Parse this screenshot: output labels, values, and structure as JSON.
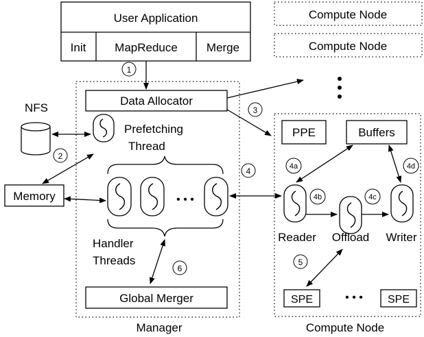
{
  "user_app": {
    "title": "User Application",
    "init_label": "Init",
    "mapreduce_label": "MapReduce",
    "merge_label": "Merge"
  },
  "compute_nodes": {
    "node1_label": "Compute Node",
    "node2_label": "Compute Node",
    "main_caption": "Compute Node",
    "ellipsis": "•\n•\n•"
  },
  "manager": {
    "caption": "Manager",
    "data_allocator_label": "Data Allocator",
    "prefetch_label_line1": "Prefetching",
    "prefetch_label_line2": "Thread",
    "handler_label_line1": "Handler",
    "handler_label_line2": "Threads",
    "handler_ellipsis": "• • •",
    "global_merger_label": "Global Merger"
  },
  "nfs_label": "NFS",
  "memory_label": "Memory",
  "node_internals": {
    "ppe_label": "PPE",
    "buffers_label": "Buffers",
    "reader_label": "Reader",
    "offload_label": "Offload",
    "writer_label": "Writer",
    "spe1_label": "SPE",
    "spe2_label": "SPE",
    "spe_ellipsis": "• • •"
  },
  "step_labels": {
    "s1": "1",
    "s2": "2",
    "s3": "3",
    "s4": "4",
    "s4a": "4a",
    "s4b": "4b",
    "s4c": "4c",
    "s4d": "4d",
    "s5": "5",
    "s6": "6"
  },
  "colors": {
    "stroke": "#000000",
    "background": "#ffffff"
  }
}
